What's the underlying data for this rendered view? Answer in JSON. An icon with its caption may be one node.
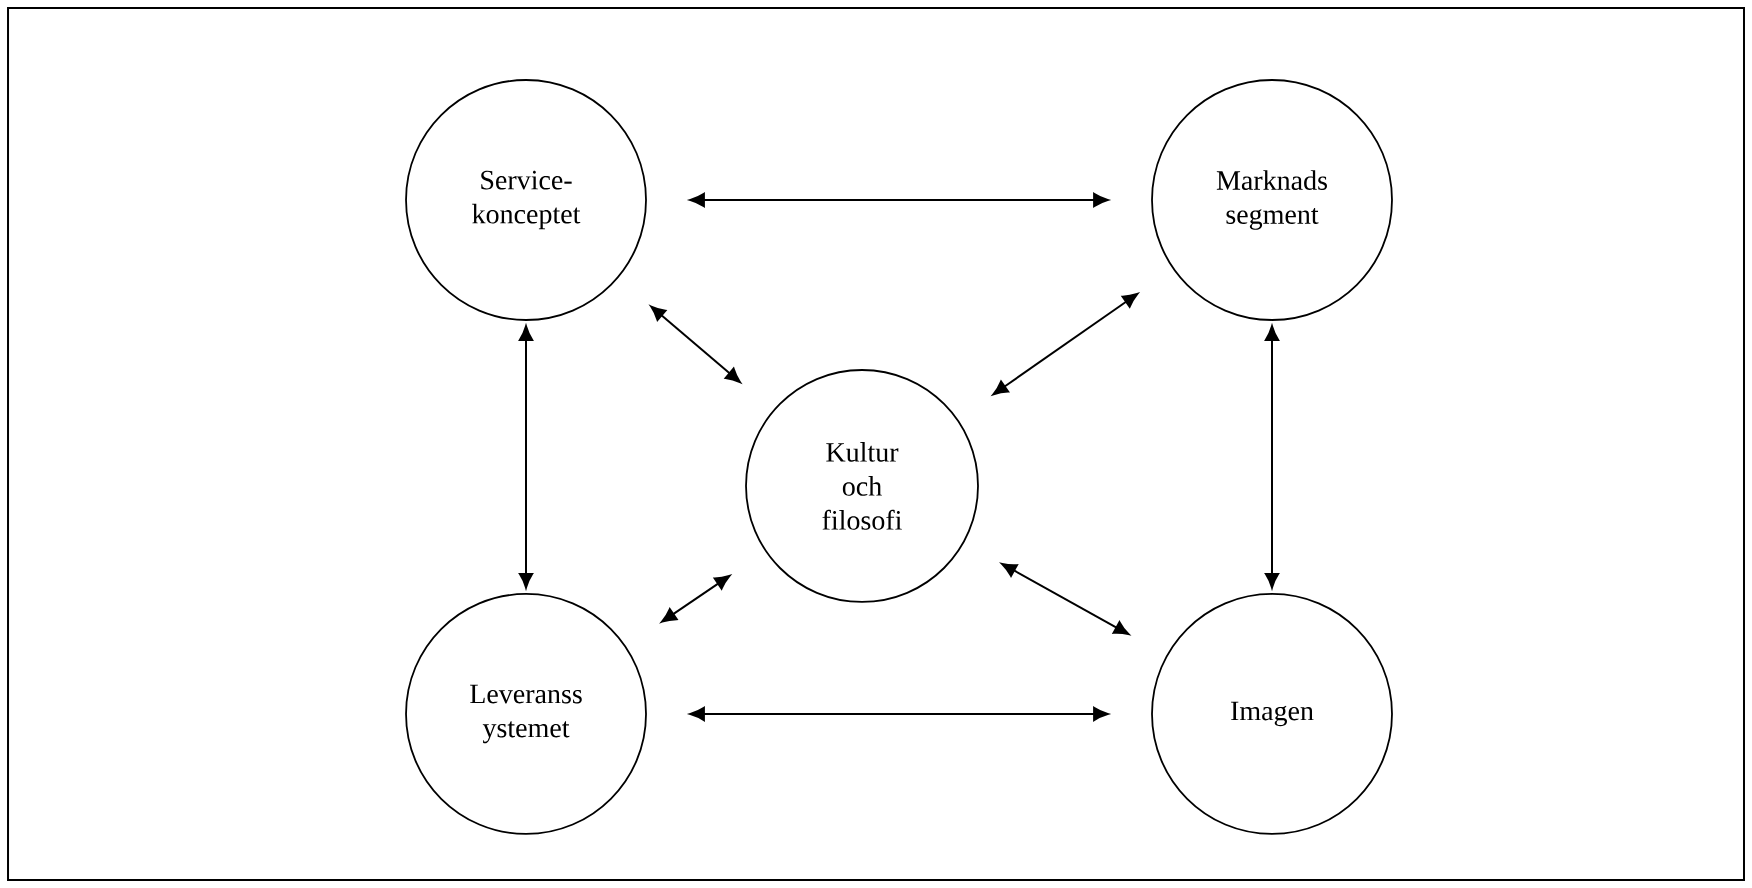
{
  "diagram": {
    "nodes": [
      {
        "text": [
          "Service- konceptet"
        ]
      },
      {
        "text": [
          "Marknads segment"
        ]
      },
      {
        "text": [
          "Kultur och filosofi"
        ]
      },
      {
        "text": [
          "Leveranss ystemet"
        ]
      },
      {
        "text": [
          "Imagen"
        ]
      }
    ],
    "edges": [
      {
        "from": 0,
        "to": 1,
        "arrow": "both"
      },
      {
        "from": 0,
        "to": 2,
        "arrow": "both"
      },
      {
        "from": 1,
        "to": 2,
        "arrow": "both"
      },
      {
        "from": 0,
        "to": 3,
        "arrow": "both"
      },
      {
        "from": 1,
        "to": 4,
        "arrow": "both"
      },
      {
        "from": 3,
        "to": 2,
        "arrow": "both"
      },
      {
        "from": 2,
        "to": 4,
        "arrow": "both"
      },
      {
        "from": 3,
        "to": 4,
        "arrow": "both"
      }
    ]
  }
}
